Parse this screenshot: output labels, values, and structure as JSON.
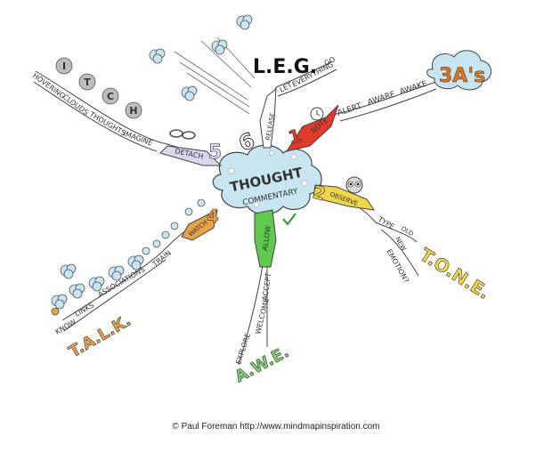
{
  "center": {
    "line1": "THOUGHT",
    "line2": "COMMENTARY"
  },
  "branches": {
    "b1": {
      "number": "1",
      "node": "NOTE",
      "words": [
        "ALERT",
        "AWARE",
        "AWAKE"
      ],
      "acronym": "3A's",
      "acronym_colors": {
        "fill": "#c8e6f2",
        "text": "#e0751a"
      }
    },
    "b2": {
      "number": "2",
      "node": "OBSERVE",
      "words": [
        "TYPE",
        "OLD",
        "NEW",
        "EMOTION?"
      ],
      "acronym": "T.O.N.E."
    },
    "b3": {
      "node": "ALLOW",
      "words": [
        "ACCEPT",
        "WELCOME",
        "EXPLORE"
      ],
      "acronym": "A.W.E."
    },
    "b4": {
      "number": "4",
      "node": "WATCH",
      "words": [
        "TRAIN",
        "ASSOCIATIONS",
        "LINKS",
        "KNOW"
      ],
      "acronym": "T.A.L.K."
    },
    "b5": {
      "number": "5",
      "node": "DETACH",
      "words": [
        "IMAGINE",
        "THOUGHTS",
        "CLOUDS",
        "HOVERING"
      ],
      "acronym_letters": [
        "I",
        "T",
        "C",
        "H"
      ]
    },
    "b6": {
      "number": "6",
      "node": "RELEASE",
      "words": [
        "LET",
        "EVERYTHING",
        "GO"
      ],
      "acronym": "L.E.G."
    }
  },
  "colors": {
    "center": "#c8e6f2",
    "red": "#e03a2a",
    "yellow": "#f1d54a",
    "green": "#5fc94c",
    "orange": "#eaa24a",
    "lavender": "#d9d6ee",
    "grey": "#bdbdbd"
  },
  "credit": "© Paul Foreman http://www.mindmapinspiration.com"
}
